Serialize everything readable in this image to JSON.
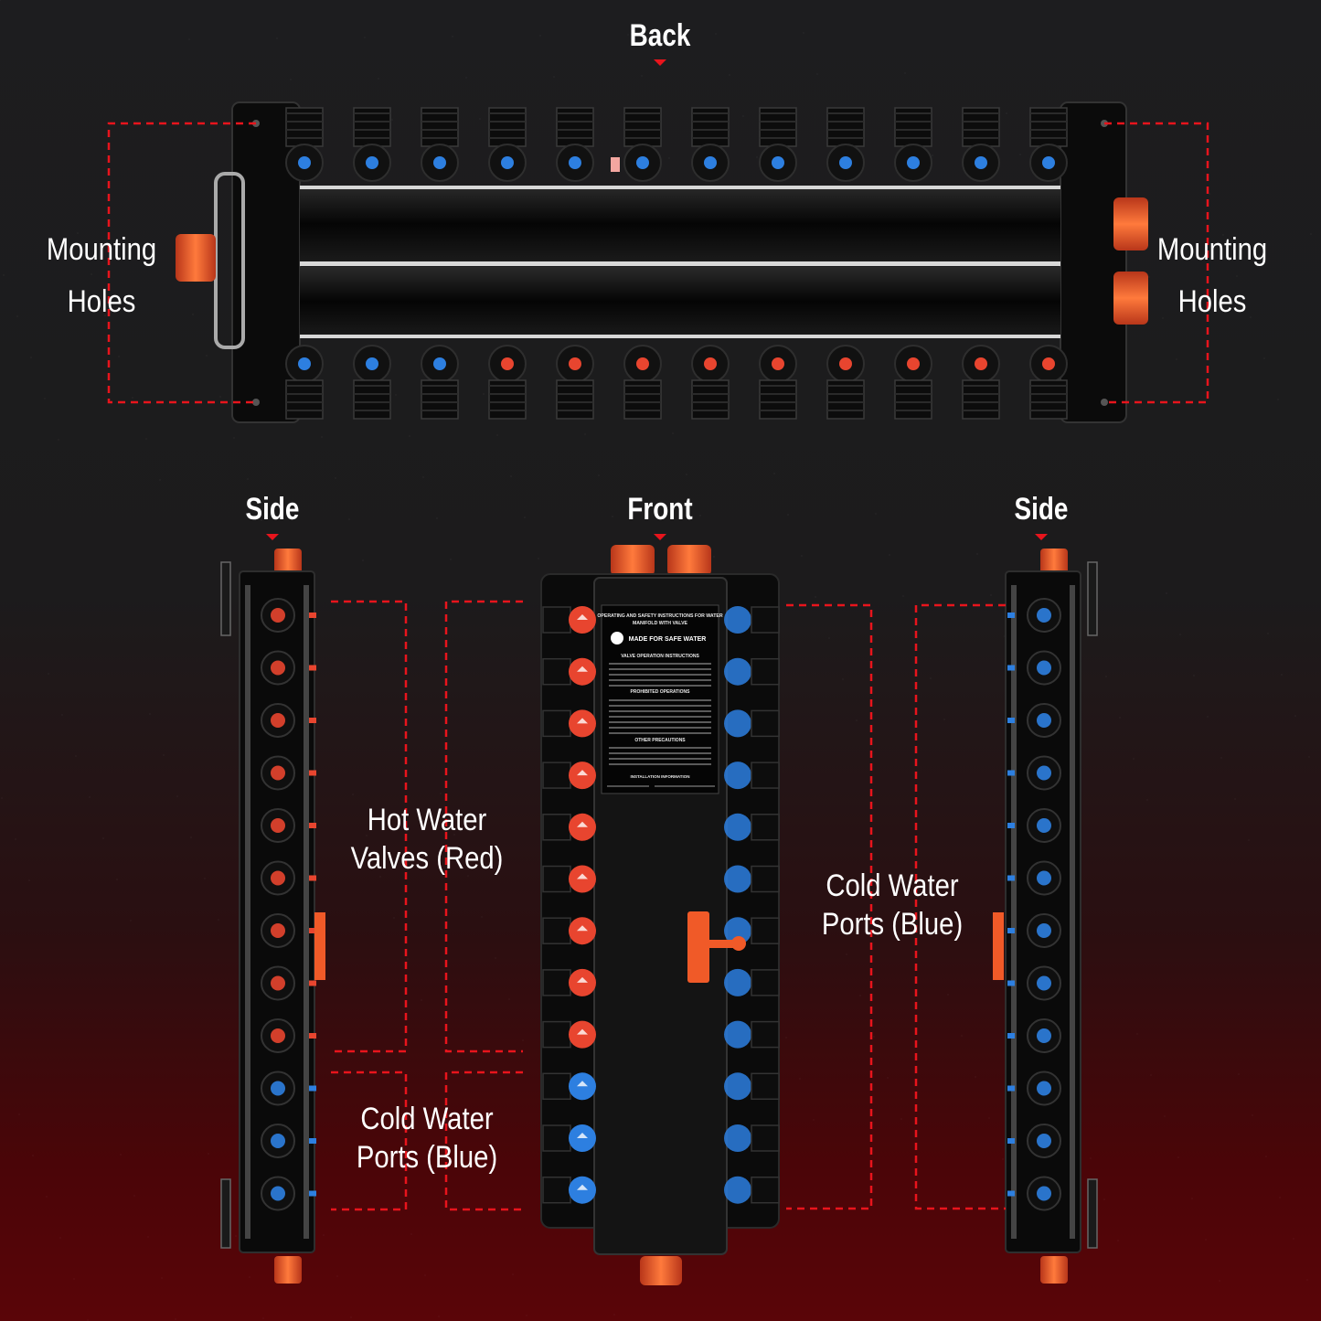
{
  "views": {
    "back": "Back",
    "side_left": "Side",
    "front": "Front",
    "side_right": "Side"
  },
  "callouts": {
    "mounting_holes_left": [
      "Mounting",
      "Holes"
    ],
    "mounting_holes_right": [
      "Mounting",
      "Holes"
    ],
    "hot_water_valves": [
      "Hot Water",
      "Valves (Red)"
    ],
    "cold_water_ports_left": [
      "Cold Water",
      "Ports (Blue)"
    ],
    "cold_water_ports_right": [
      "Cold Water",
      "Ports (Blue)"
    ]
  },
  "label_plate": {
    "heading": "OPERATING AND SAFETY INSTRUCTIONS FOR WATER MANIFOLD WITH VALVE",
    "badge": "MADE FOR SAFE WATER",
    "section1": "VALVE OPERATION INSTRUCTIONS",
    "section2": "PROHIBITED OPERATIONS",
    "section3": "OTHER PRECAUTIONS",
    "section4": "INSTALLATION INFORMATION"
  },
  "colors": {
    "hot": "#e8452f",
    "cold": "#2d7fe0",
    "accent_red": "#e8141c",
    "fitting_orange": "#f05a28"
  },
  "ports": {
    "back_top": [
      "blue",
      "blue",
      "blue",
      "blue",
      "blue",
      "blue",
      "blue",
      "blue",
      "blue",
      "blue",
      "blue",
      "blue"
    ],
    "back_bottom": [
      "blue",
      "blue",
      "blue",
      "red",
      "red",
      "red",
      "red",
      "red",
      "red",
      "red",
      "red",
      "red"
    ],
    "front_left": [
      "red",
      "red",
      "red",
      "red",
      "red",
      "red",
      "red",
      "red",
      "red",
      "blue",
      "blue",
      "blue"
    ],
    "front_right": [
      "blue",
      "blue",
      "blue",
      "blue",
      "blue",
      "blue",
      "blue",
      "blue",
      "blue",
      "blue",
      "blue",
      "blue"
    ]
  }
}
